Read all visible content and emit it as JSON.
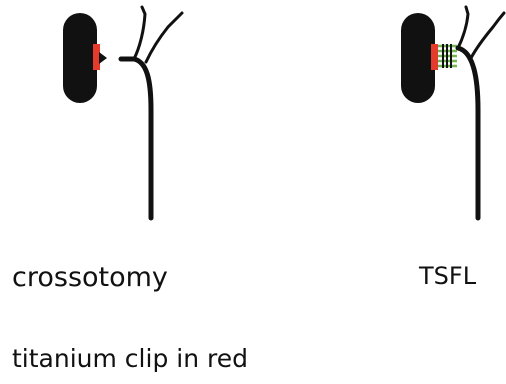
{
  "labels": {
    "left": "crossotomy",
    "right": "TSFL",
    "caption": "titanium clip in red"
  },
  "colors": {
    "stroke": "#111111",
    "clip": "#e53b2c",
    "suture": "#76b556"
  }
}
